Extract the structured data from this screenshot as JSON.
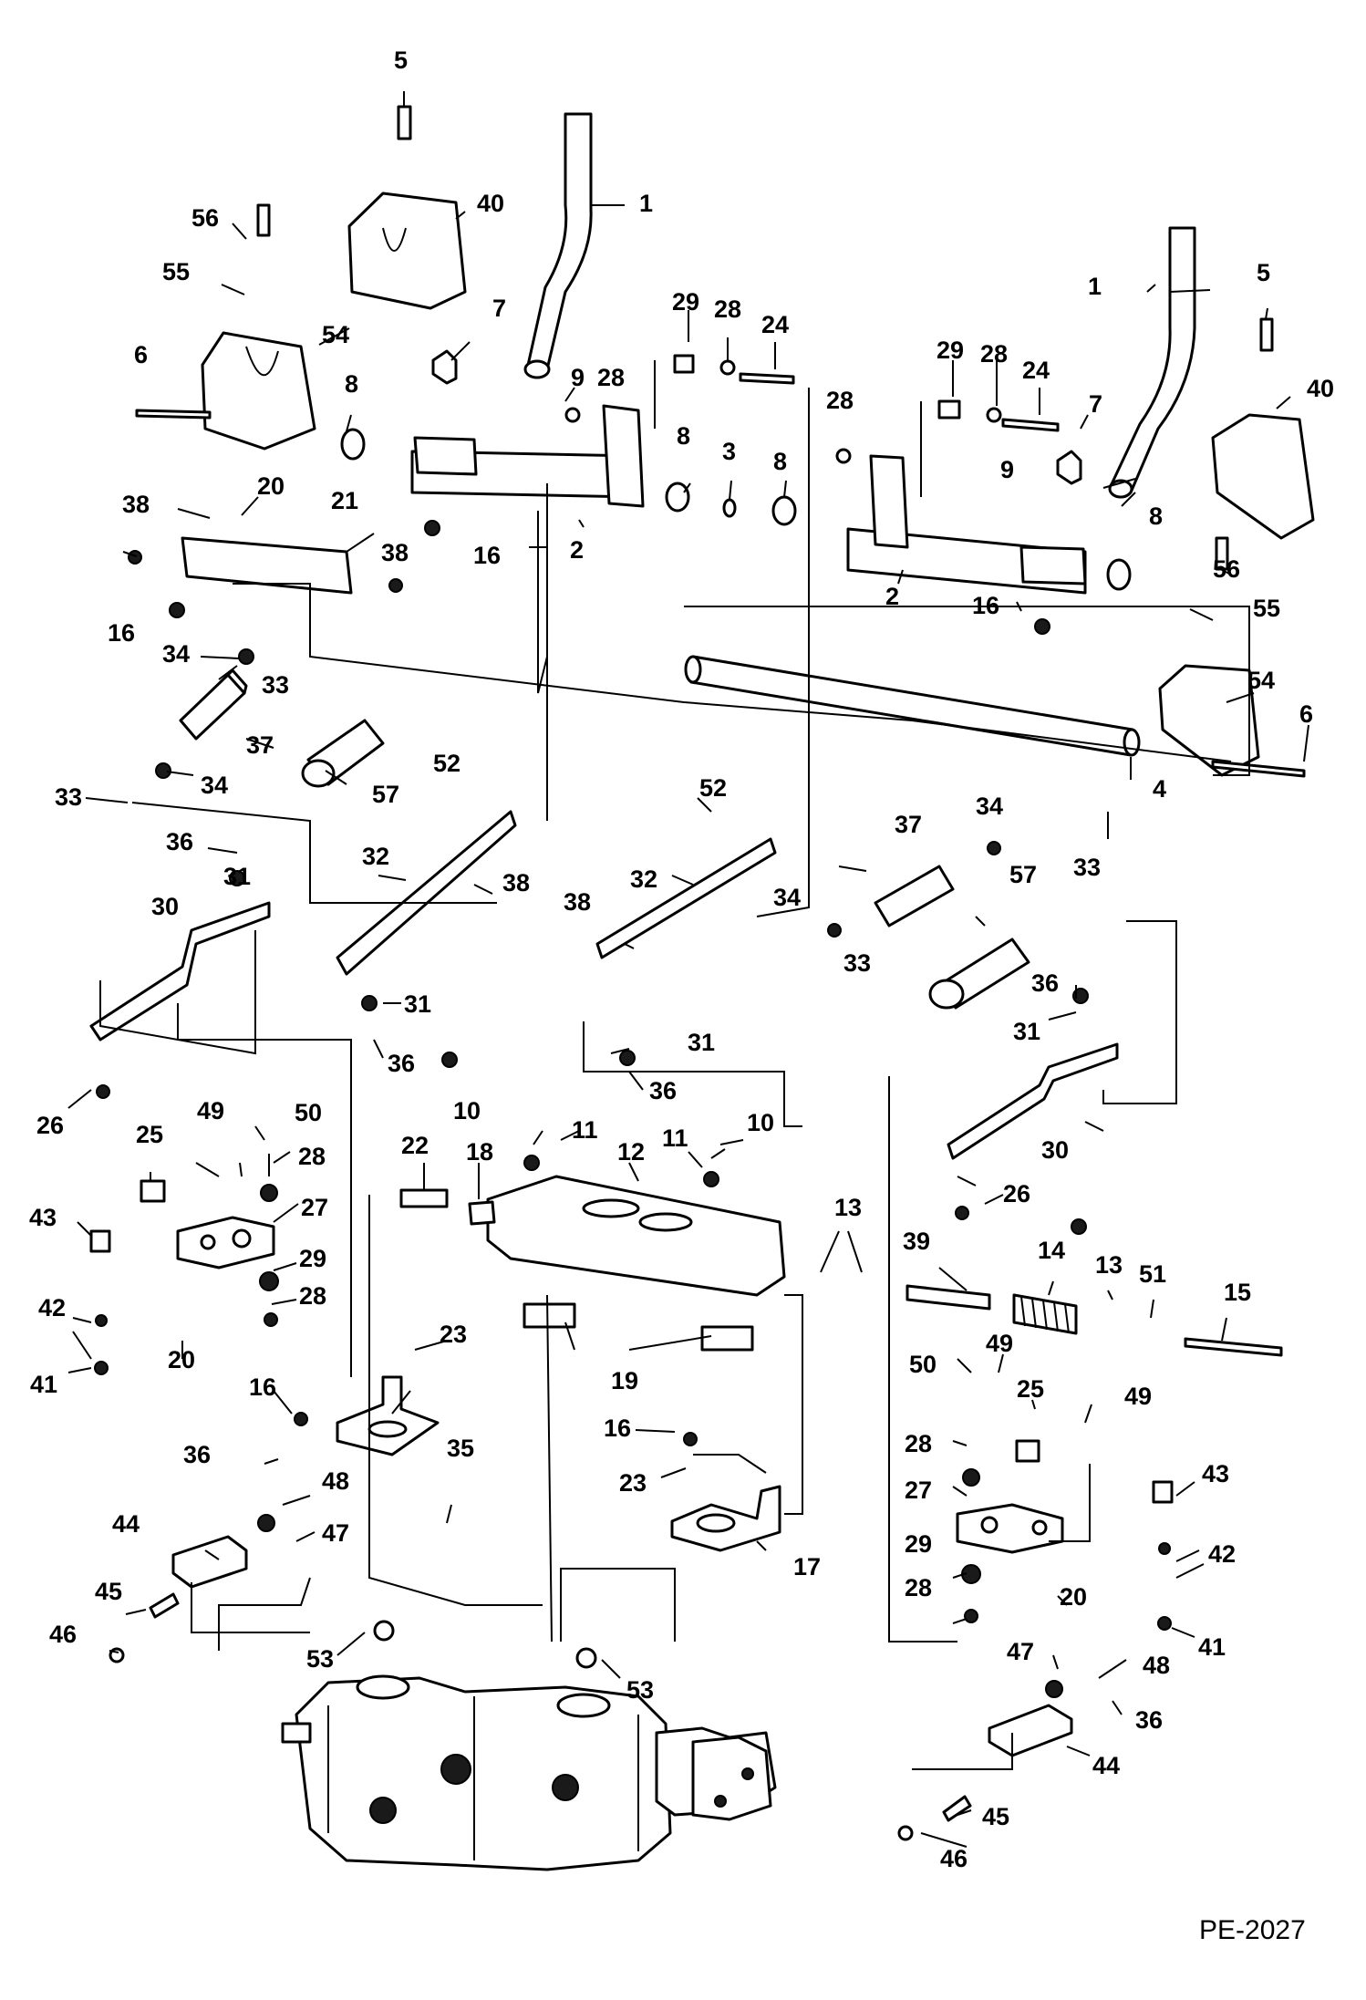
{
  "drawing_id": "PE-2027",
  "callouts": [
    {
      "label": "5"
    },
    {
      "label": "40"
    },
    {
      "label": "1"
    },
    {
      "label": "56"
    },
    {
      "label": "55"
    },
    {
      "label": "54"
    },
    {
      "label": "6"
    },
    {
      "label": "8"
    },
    {
      "label": "7"
    },
    {
      "label": "9"
    },
    {
      "label": "28"
    },
    {
      "label": "29"
    },
    {
      "label": "28"
    },
    {
      "label": "24"
    },
    {
      "label": "8"
    },
    {
      "label": "3"
    },
    {
      "label": "8"
    },
    {
      "label": "28"
    },
    {
      "label": "29"
    },
    {
      "label": "28"
    },
    {
      "label": "24"
    },
    {
      "label": "7"
    },
    {
      "label": "9"
    },
    {
      "label": "8"
    },
    {
      "label": "1"
    },
    {
      "label": "5"
    },
    {
      "label": "40"
    },
    {
      "label": "2"
    },
    {
      "label": "16"
    },
    {
      "label": "2"
    },
    {
      "label": "16"
    },
    {
      "label": "56"
    },
    {
      "label": "55"
    },
    {
      "label": "54"
    },
    {
      "label": "6"
    },
    {
      "label": "4"
    },
    {
      "label": "20"
    },
    {
      "label": "21"
    },
    {
      "label": "38"
    },
    {
      "label": "38"
    },
    {
      "label": "16"
    },
    {
      "label": "34"
    },
    {
      "label": "33"
    },
    {
      "label": "37"
    },
    {
      "label": "34"
    },
    {
      "label": "57"
    },
    {
      "label": "33"
    },
    {
      "label": "52"
    },
    {
      "label": "36"
    },
    {
      "label": "31"
    },
    {
      "label": "30"
    },
    {
      "label": "32"
    },
    {
      "label": "38"
    },
    {
      "label": "31"
    },
    {
      "label": "36"
    },
    {
      "label": "52"
    },
    {
      "label": "32"
    },
    {
      "label": "38"
    },
    {
      "label": "37"
    },
    {
      "label": "34"
    },
    {
      "label": "34"
    },
    {
      "label": "33"
    },
    {
      "label": "33"
    },
    {
      "label": "57"
    },
    {
      "label": "31"
    },
    {
      "label": "36"
    },
    {
      "label": "36"
    },
    {
      "label": "31"
    },
    {
      "label": "30"
    },
    {
      "label": "26"
    },
    {
      "label": "26"
    },
    {
      "label": "49"
    },
    {
      "label": "50"
    },
    {
      "label": "25"
    },
    {
      "label": "28"
    },
    {
      "label": "27"
    },
    {
      "label": "43"
    },
    {
      "label": "29"
    },
    {
      "label": "42"
    },
    {
      "label": "28"
    },
    {
      "label": "20"
    },
    {
      "label": "41"
    },
    {
      "label": "10"
    },
    {
      "label": "11"
    },
    {
      "label": "22"
    },
    {
      "label": "18"
    },
    {
      "label": "12"
    },
    {
      "label": "11"
    },
    {
      "label": "10"
    },
    {
      "label": "13"
    },
    {
      "label": "39"
    },
    {
      "label": "14"
    },
    {
      "label": "13"
    },
    {
      "label": "51"
    },
    {
      "label": "15"
    },
    {
      "label": "19"
    },
    {
      "label": "23"
    },
    {
      "label": "16"
    },
    {
      "label": "35"
    },
    {
      "label": "36"
    },
    {
      "label": "48"
    },
    {
      "label": "47"
    },
    {
      "label": "44"
    },
    {
      "label": "45"
    },
    {
      "label": "46"
    },
    {
      "label": "53"
    },
    {
      "label": "16"
    },
    {
      "label": "23"
    },
    {
      "label": "17"
    },
    {
      "label": "50"
    },
    {
      "label": "49"
    },
    {
      "label": "25"
    },
    {
      "label": "49"
    },
    {
      "label": "28"
    },
    {
      "label": "27"
    },
    {
      "label": "43"
    },
    {
      "label": "29"
    },
    {
      "label": "42"
    },
    {
      "label": "28"
    },
    {
      "label": "20"
    },
    {
      "label": "41"
    },
    {
      "label": "47"
    },
    {
      "label": "48"
    },
    {
      "label": "36"
    },
    {
      "label": "44"
    },
    {
      "label": "45"
    },
    {
      "label": "46"
    },
    {
      "label": "53"
    }
  ]
}
